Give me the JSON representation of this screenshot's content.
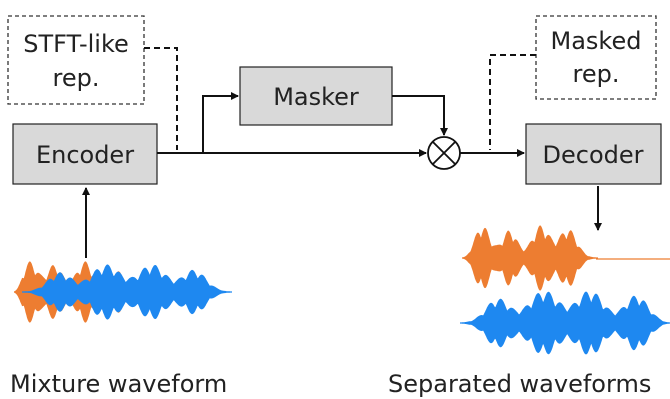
{
  "annotations": {
    "stft_left": {
      "line1": "STFT-like",
      "line2": "rep."
    },
    "stft_right": {
      "line1": "Masked",
      "line2": "rep."
    }
  },
  "blocks": {
    "encoder": "Encoder",
    "masker": "Masker",
    "decoder": "Decoder"
  },
  "captions": {
    "mixture": "Mixture waveform",
    "separated": "Separated waveforms"
  },
  "colors": {
    "box_fill": "#d9d9d9",
    "box_stroke": "#222222",
    "source_orange": "#ed7d31",
    "source_blue": "#1e88f0"
  },
  "icons": {
    "multiply": "circled-multiply-icon"
  }
}
